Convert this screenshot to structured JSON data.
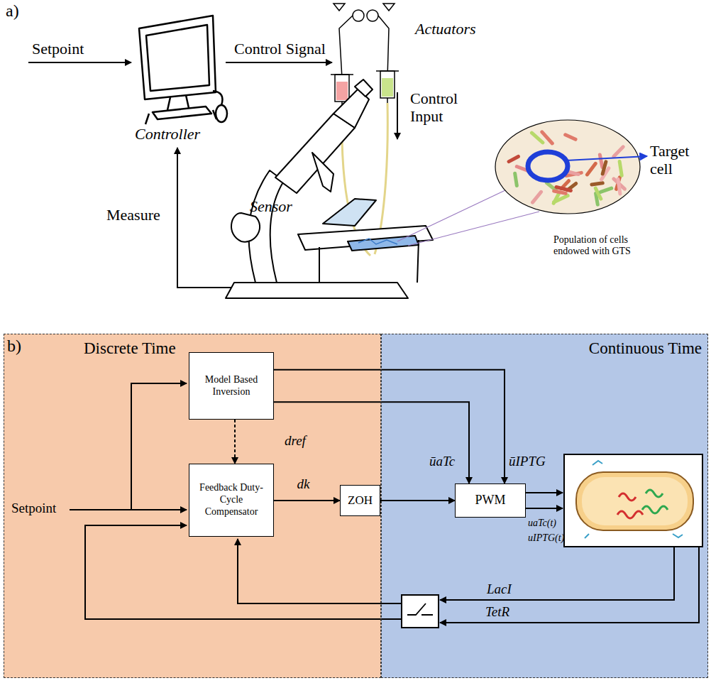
{
  "diagram": {
    "nodes": [
      {
        "text": [
          "Discrete Time"
        ]
      },
      {
        "text": [
          "Continuous Time"
        ]
      },
      {
        "text": [
          "Model Based Inversion"
        ],
        "in": 0
      },
      {
        "text": [
          "Feedback Duty-Cycle Compensator"
        ],
        "in": 0
      },
      {
        "text": [
          "ZOH"
        ],
        "in": 0
      },
      {
        "text": [
          "PWM"
        ],
        "in": 1
      }
    ],
    "edges": [
      {
        "from": 2,
        "to": 3,
        "arrow": "to",
        "label": "dref"
      },
      {
        "from": 3,
        "to": 4,
        "arrow": "to",
        "label": "dk"
      },
      {
        "from": 4,
        "to": 5,
        "arrow": "to"
      },
      {
        "from": 2,
        "to": 5,
        "arrow": "to",
        "label": "ūaTc"
      },
      {
        "from": 2,
        "to": 5,
        "arrow": "to",
        "label": "ūIPTG"
      }
    ],
    "labels": [
      "a)",
      "Setpoint",
      "Control Signal",
      "Actuators",
      "Control Input",
      "Controller",
      "Target cell",
      "Measure",
      "Sensor",
      "Population of cells endowed with GTS",
      "b)",
      "Setpoint",
      "uaTc(t)",
      "uIPTG(t)",
      "LacI",
      "TetR"
    ]
  }
}
